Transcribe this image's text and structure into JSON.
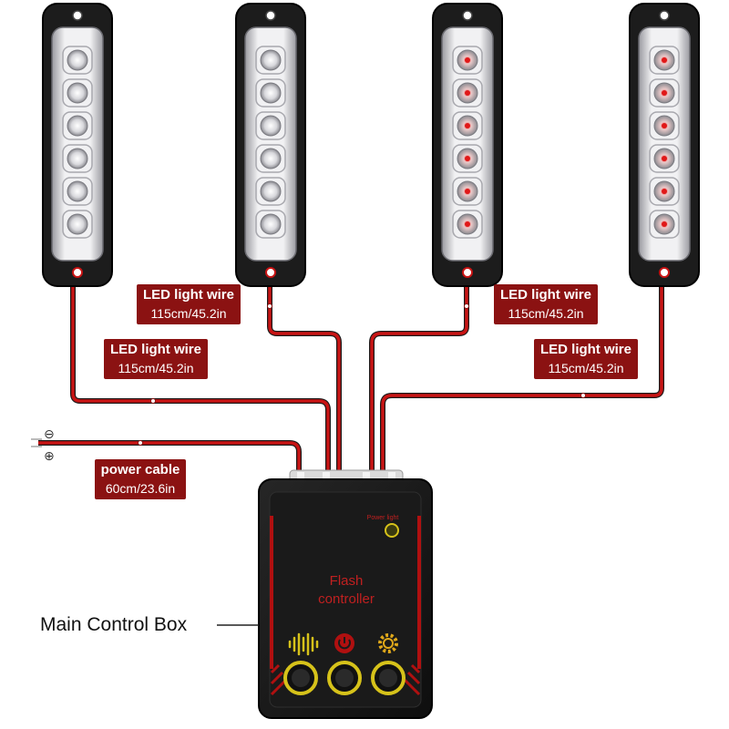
{
  "labels": {
    "led_wire_1": {
      "title": "LED light wire",
      "length": "115cm/45.2in"
    },
    "led_wire_2": {
      "title": "LED light wire",
      "length": "115cm/45.2in"
    },
    "led_wire_3": {
      "title": "LED light wire",
      "length": "115cm/45.2in"
    },
    "led_wire_4": {
      "title": "LED light wire",
      "length": "115cm/45.2in"
    },
    "power_cable": {
      "title": "power cable",
      "length": "60cm/23.6in"
    },
    "main_control_box": "Main Control Box"
  },
  "power_leads": {
    "negative": "⊖",
    "positive": "⊕"
  },
  "controller": {
    "title_line1": "Flash",
    "title_line2": "controller",
    "power_light": "Power light",
    "buttons": [
      "sound-wave-icon",
      "power-icon",
      "gear-icon"
    ]
  },
  "colors": {
    "wire_red": "#c81414",
    "label_bg": "#8b1212",
    "housing": "#1c1c1c",
    "lens": "#e7e7ea"
  }
}
